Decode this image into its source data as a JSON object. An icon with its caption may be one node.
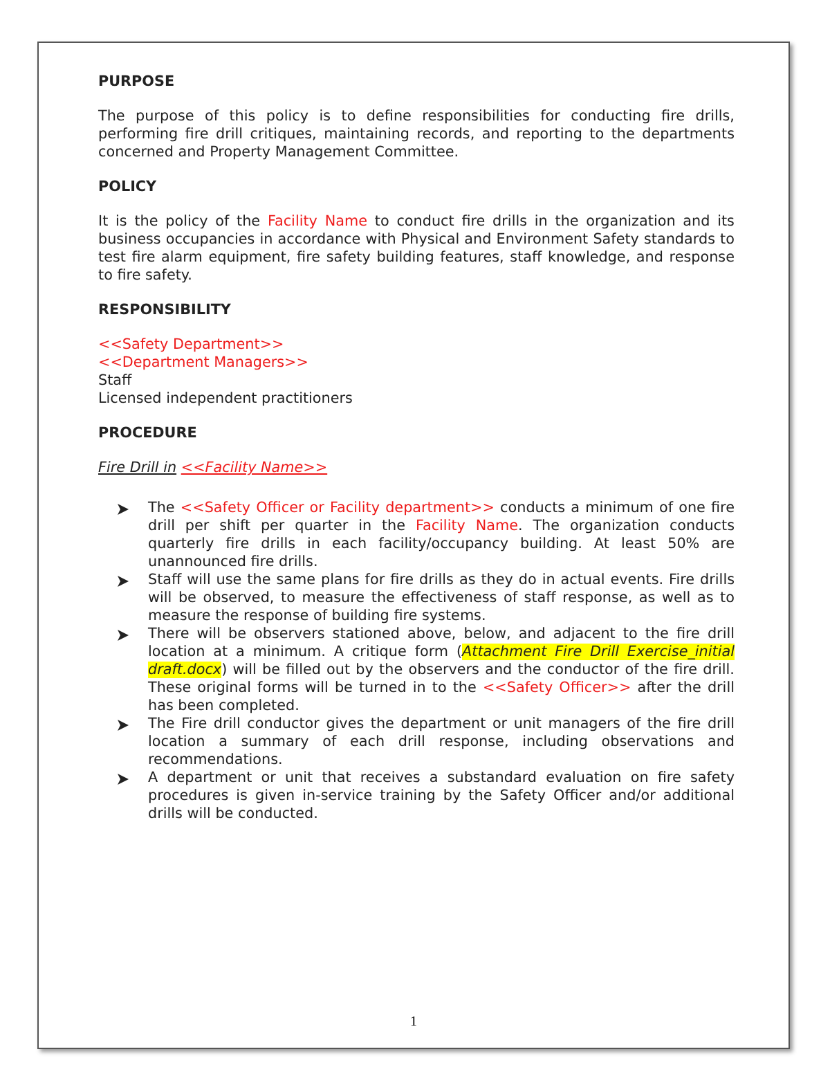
{
  "diagram": {
    "labels": [
      "PURPOSE",
      "The purpose of this policy is to define responsibilities for conducting fire drills, performing fire drill critiques, maintaining records, and reporting to the departments concerned and Property Management Committee.",
      "POLICY",
      "It is the policy of the",
      "Facility Name",
      "to conduct fire drills in the organization and its business occupancies in accordance with Physical and Environment Safety standards to test fire alarm equipment, fire safety building features, staff knowledge, and response to fire safety.",
      "RESPONSIBILITY",
      "<<Safety Department>>",
      "<<Department Managers>>",
      "Staff",
      "Licensed independent practitioners",
      "PROCEDURE",
      "Fire Drill in",
      "<<Facility Name>>",
      "The",
      "<<Safety Officer or Facility department>>",
      "conducts a minimum of one fire drill per shift per quarter in the",
      "Facility Name",
      ".  The organization conducts quarterly fire drills in each facility/occupancy building.  At least 50% are unannounced fire drills.",
      "Staff will use the same plans for fire drills as they do in actual events.  Fire drills will be observed, to measure the effectiveness of staff response, as well as to measure the response of building fire systems.",
      "There will be observers stationed above, below, and adjacent to the fire drill location at a minimum.  A critique form (",
      "Attachment Fire Drill Exercise_initial draft.docx",
      ") will be filled out by the observers and the conductor of the fire drill. These original forms will be turned in to the",
      "<<Safety Officer>>",
      "after the drill has been completed.",
      "The Fire drill conductor gives the department or unit managers of the fire drill location a summary of each drill response, including observations and recommendations.",
      "A department or unit that receives a substandard evaluation on fire safety procedures is given in-service training by the Safety Officer and/or additional drills will be conducted.",
      "1"
    ]
  }
}
